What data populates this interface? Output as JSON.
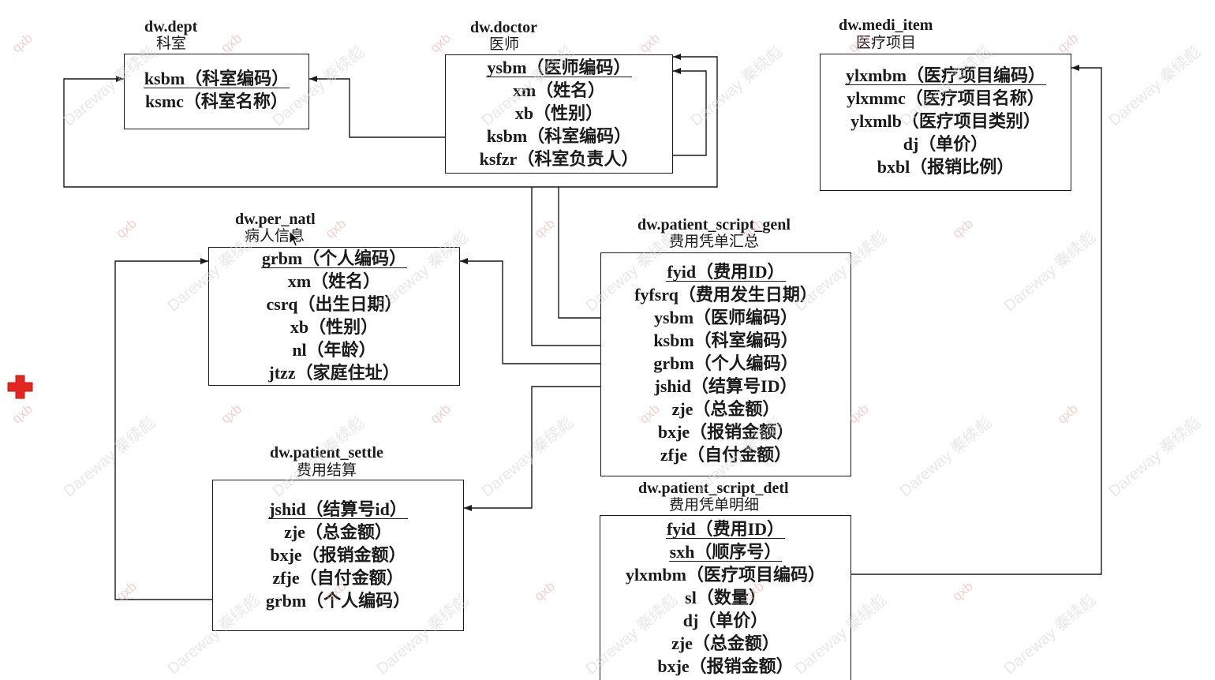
{
  "tables": {
    "dept": {
      "name": "dw.dept",
      "label": "科室",
      "fields": [
        {
          "text": "ksbm（科室编码）",
          "primary_key": true
        },
        {
          "text": "ksmc（科室名称）",
          "primary_key": false
        }
      ]
    },
    "doctor": {
      "name": "dw.doctor",
      "label": "医师",
      "fields": [
        {
          "text": "ysbm（医师编码）",
          "primary_key": true
        },
        {
          "text": "xm（姓名）",
          "primary_key": false
        },
        {
          "text": "xb（性别）",
          "primary_key": false
        },
        {
          "text": "ksbm（科室编码）",
          "primary_key": false
        },
        {
          "text": "ksfzr（科室负责人）",
          "primary_key": false
        }
      ]
    },
    "medi_item": {
      "name": "dw.medi_item",
      "label": "医疗项目",
      "fields": [
        {
          "text": "ylxmbm（医疗项目编码）",
          "primary_key": true
        },
        {
          "text": "ylxmmc（医疗项目名称）",
          "primary_key": false
        },
        {
          "text": "ylxmlb（医疗项目类别）",
          "primary_key": false
        },
        {
          "text": "dj（单价）",
          "primary_key": false
        },
        {
          "text": "bxbl（报销比例）",
          "primary_key": false
        }
      ]
    },
    "per_natl": {
      "name": "dw.per_natl",
      "label": "病人信息",
      "fields": [
        {
          "text": "grbm（个人编码）",
          "primary_key": true
        },
        {
          "text": "xm（姓名）",
          "primary_key": false
        },
        {
          "text": "csrq（出生日期）",
          "primary_key": false
        },
        {
          "text": "xb（性别）",
          "primary_key": false
        },
        {
          "text": "nl（年龄）",
          "primary_key": false
        },
        {
          "text": "jtzz（家庭住址）",
          "primary_key": false
        }
      ]
    },
    "patient_script_genl": {
      "name": "dw.patient_script_genl",
      "label": "费用凭单汇总",
      "fields": [
        {
          "text": "fyid（费用ID）",
          "primary_key": true
        },
        {
          "text": "fyfsrq（费用发生日期）",
          "primary_key": false
        },
        {
          "text": "ysbm（医师编码）",
          "primary_key": false
        },
        {
          "text": "ksbm（科室编码）",
          "primary_key": false
        },
        {
          "text": "grbm（个人编码）",
          "primary_key": false
        },
        {
          "text": "jshid（结算号ID）",
          "primary_key": false
        },
        {
          "text": "zje（总金额）",
          "primary_key": false
        },
        {
          "text": "bxje（报销金额）",
          "primary_key": false
        },
        {
          "text": "zfje（自付金额）",
          "primary_key": false
        }
      ]
    },
    "patient_settle": {
      "name": "dw.patient_settle",
      "label": "费用结算",
      "fields": [
        {
          "text": "jshid（结算号id）",
          "primary_key": true
        },
        {
          "text": "zje（总金额）",
          "primary_key": false
        },
        {
          "text": "bxje（报销金额）",
          "primary_key": false
        },
        {
          "text": "zfje（自付金额）",
          "primary_key": false
        },
        {
          "text": "grbm（个人编码）",
          "primary_key": false
        }
      ]
    },
    "patient_script_detl": {
      "name": "dw.patient_script_detl",
      "label": "费用凭单明细",
      "fields": [
        {
          "text": "fyid（费用ID）",
          "primary_key": true
        },
        {
          "text": "sxh（顺序号）",
          "primary_key": true
        },
        {
          "text": "ylxmbm（医疗项目编码）",
          "primary_key": false
        },
        {
          "text": "sl（数量）",
          "primary_key": false
        },
        {
          "text": "dj（单价）",
          "primary_key": false
        },
        {
          "text": "zje（总金额）",
          "primary_key": false
        },
        {
          "text": "bxje（报销金额）",
          "primary_key": false
        }
      ]
    }
  },
  "watermark": {
    "text": "Dareway 秦续彪",
    "tag": "qxb"
  },
  "icons": {
    "badge": "red-cross-icon",
    "pointer": "mouse-cursor-icon"
  },
  "colors": {
    "background": "#ffffff",
    "ink": "#1a1a1a",
    "red_cross": "#e3261f",
    "watermark": "#d6d6d6"
  }
}
